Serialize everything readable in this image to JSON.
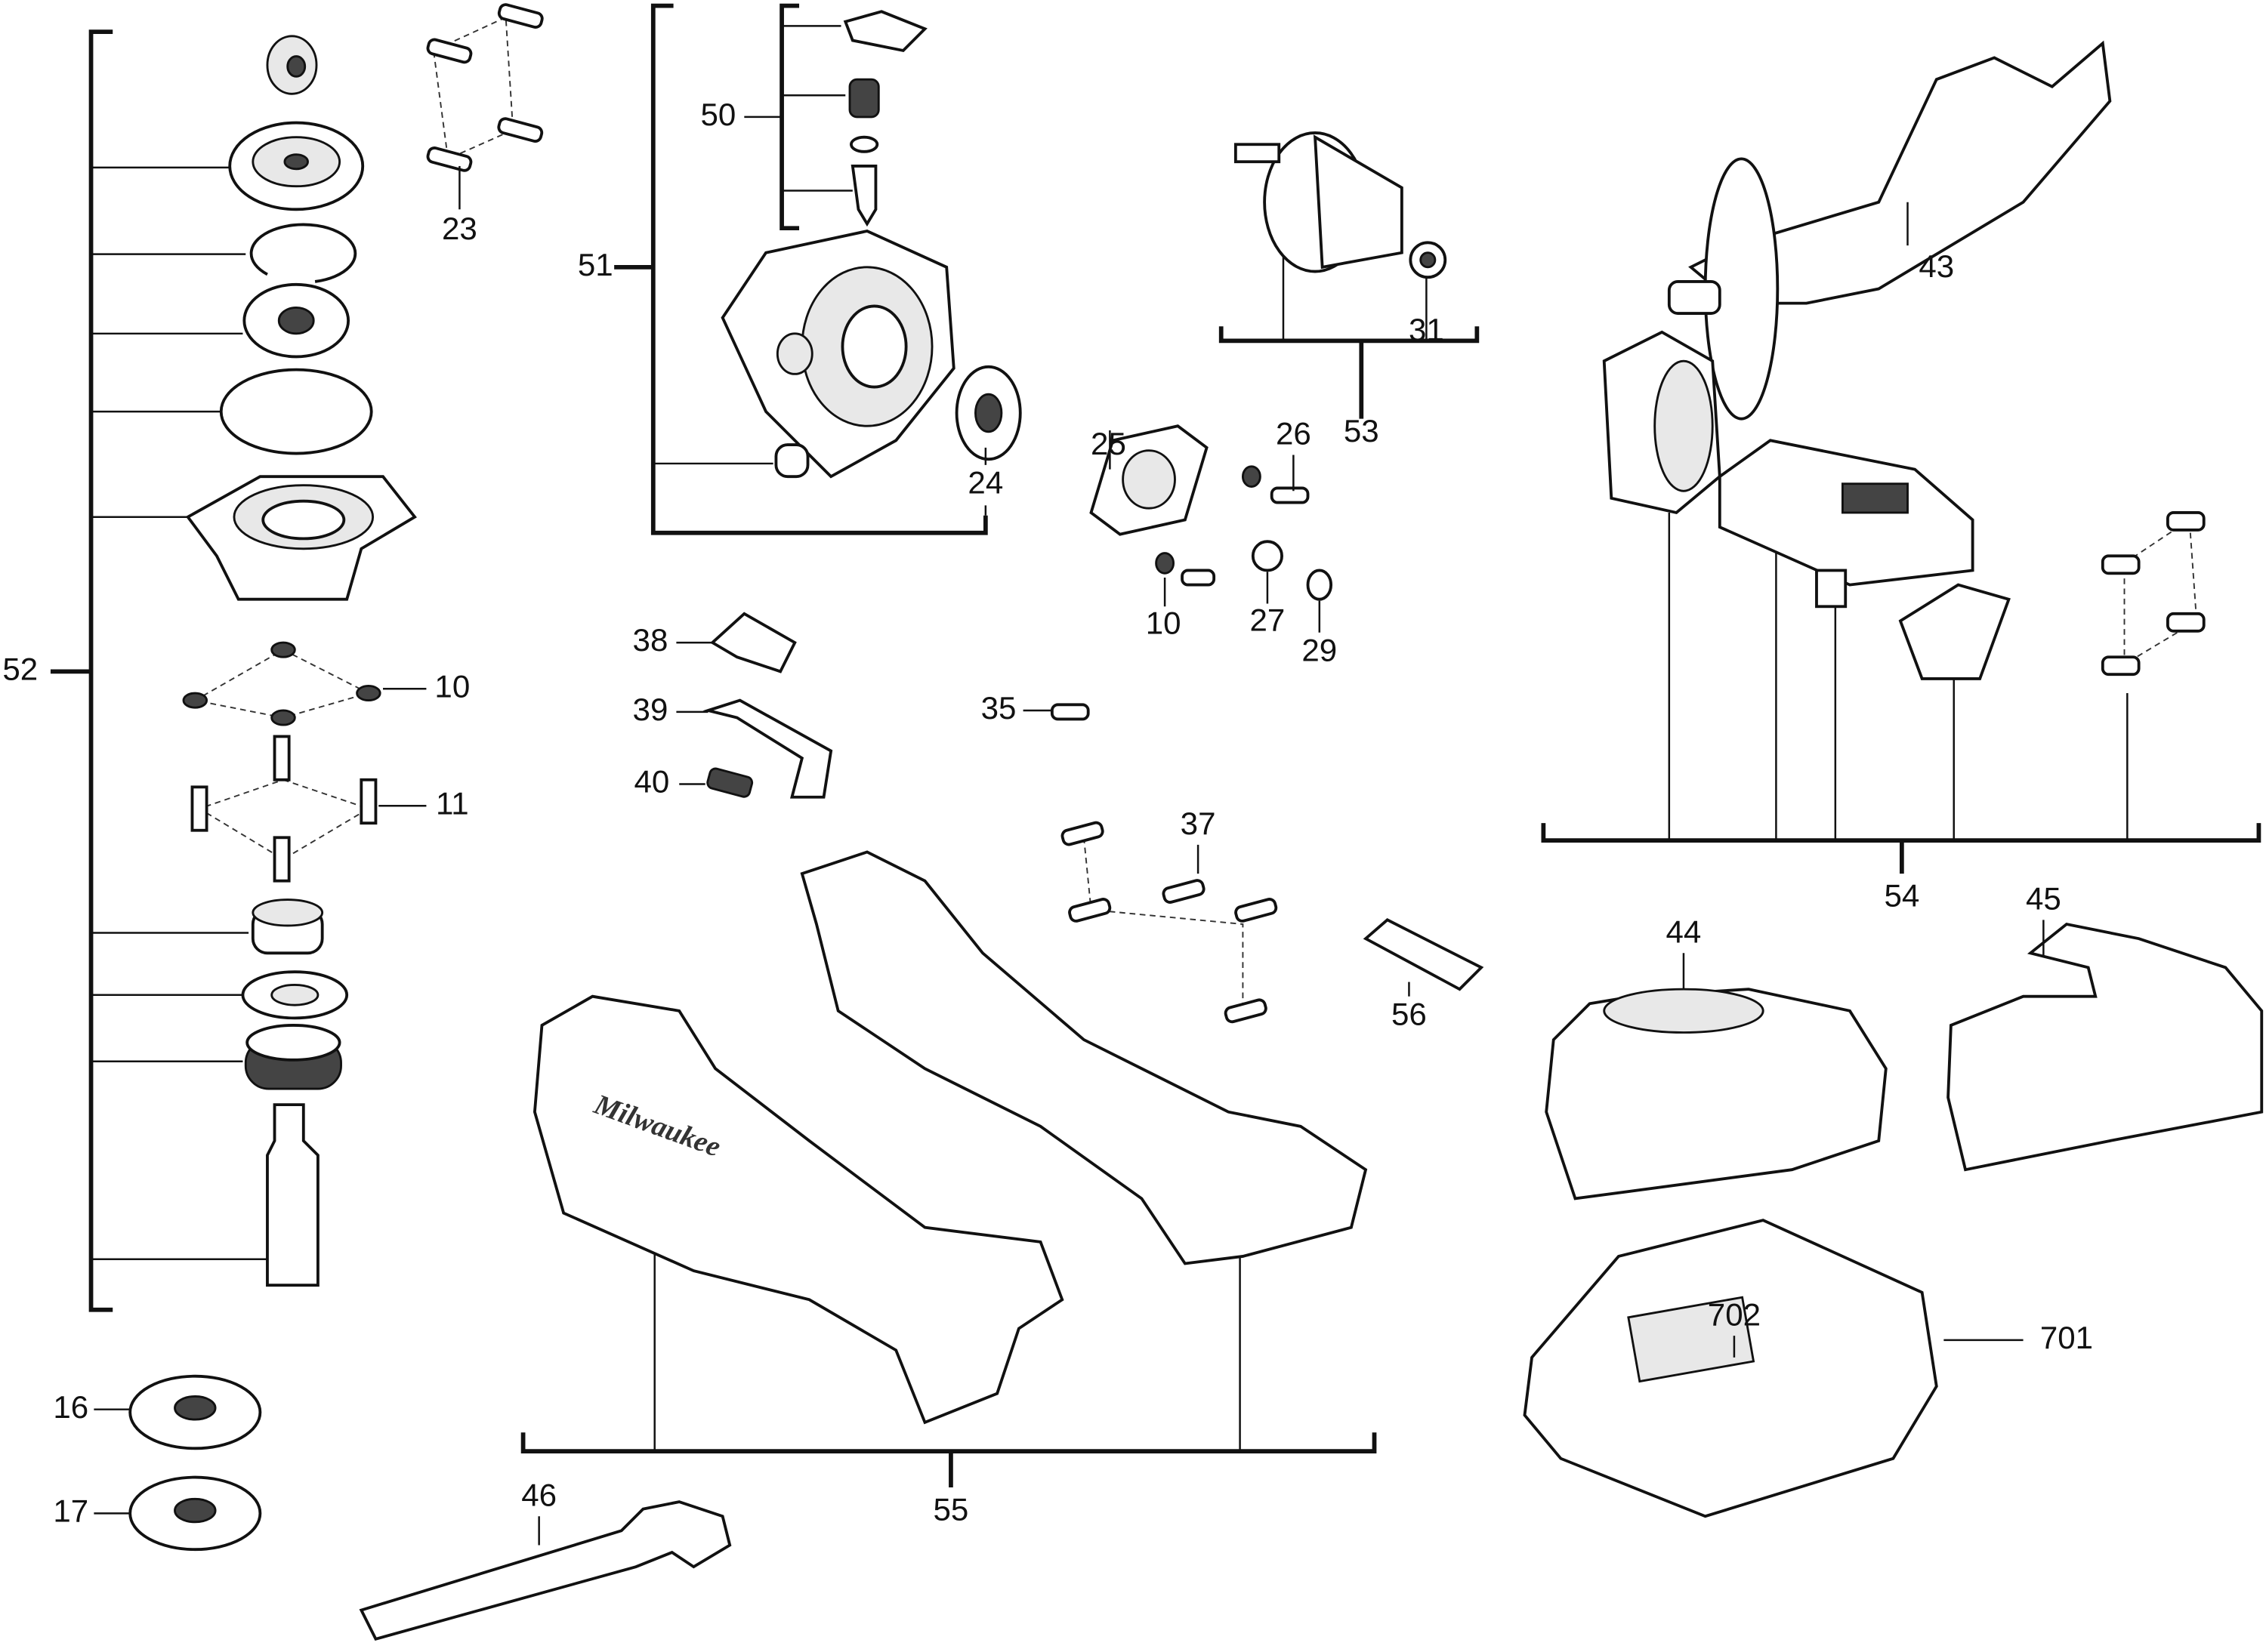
{
  "diagram": {
    "type": "exploded parts diagram",
    "brand_logo_text": "Milwaukee",
    "labels": {
      "p52": "52",
      "p23": "23",
      "p50": "50",
      "p51": "51",
      "p24": "24",
      "p25": "25",
      "p26": "26",
      "p31": "31",
      "p53": "53",
      "p43": "43",
      "p10a": "10",
      "p11": "11",
      "p38": "38",
      "p39": "39",
      "p40": "40",
      "p35": "35",
      "p10b": "10",
      "p27": "27",
      "p29": "29",
      "p37": "37",
      "p54": "54",
      "p44": "44",
      "p45": "45",
      "p56": "56",
      "p55": "55",
      "p16": "16",
      "p17": "17",
      "p46": "46",
      "p702": "702",
      "p701": "701"
    }
  }
}
